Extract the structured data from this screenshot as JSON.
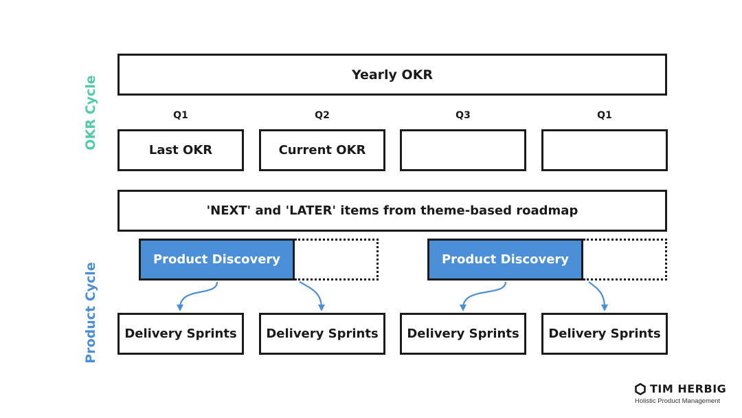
{
  "colors": {
    "okr_cycle_label": "#4ecba7",
    "product_cycle_label": "#4a8fd8",
    "discovery_fill": "#4a8fd8",
    "arrow": "#4a8fd8",
    "border": "#1a1a1a"
  },
  "side_labels": {
    "okr_cycle": "OKR Cycle",
    "product_cycle": "Product Cycle"
  },
  "yearly_okr": "Yearly OKR",
  "quarters": [
    {
      "label": "Q1",
      "box": "Last OKR"
    },
    {
      "label": "Q2",
      "box": "Current OKR"
    },
    {
      "label": "Q3",
      "box": ""
    },
    {
      "label": "Q1",
      "box": ""
    }
  ],
  "roadmap": "'NEXT' and 'LATER' items from theme-based roadmap",
  "discovery": [
    "Product Discovery",
    "Product Discovery"
  ],
  "delivery": [
    "Delivery Sprints",
    "Delivery Sprints",
    "Delivery Sprints",
    "Delivery Sprints"
  ],
  "logo": {
    "icon": "hexagon-icon",
    "name": "TIM HERBIG",
    "tagline": "Holistic Product Management"
  }
}
